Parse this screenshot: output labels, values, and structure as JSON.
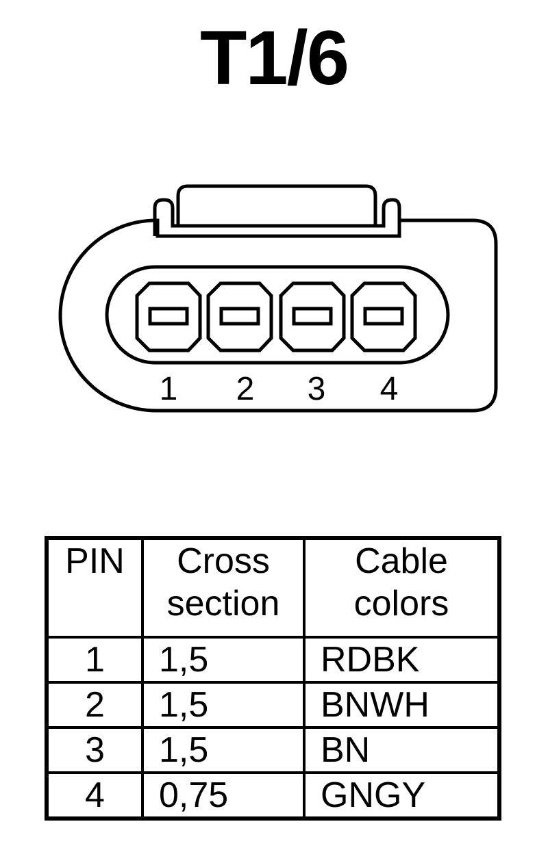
{
  "title": "T1/6",
  "connector": {
    "pin_labels": [
      "1",
      "2",
      "3",
      "4"
    ]
  },
  "table": {
    "headers": {
      "pin": "PIN",
      "cross_section": [
        "Cross",
        "section"
      ],
      "cable_colors": [
        "Cable",
        "colors"
      ]
    },
    "rows": [
      {
        "pin": "1",
        "cross_section": "1,5",
        "color": "RDBK"
      },
      {
        "pin": "2",
        "cross_section": "1,5",
        "color": "BNWH"
      },
      {
        "pin": "3",
        "cross_section": "1,5",
        "color": "BN"
      },
      {
        "pin": "4",
        "cross_section": "0,75",
        "color": "GNGY"
      }
    ]
  }
}
